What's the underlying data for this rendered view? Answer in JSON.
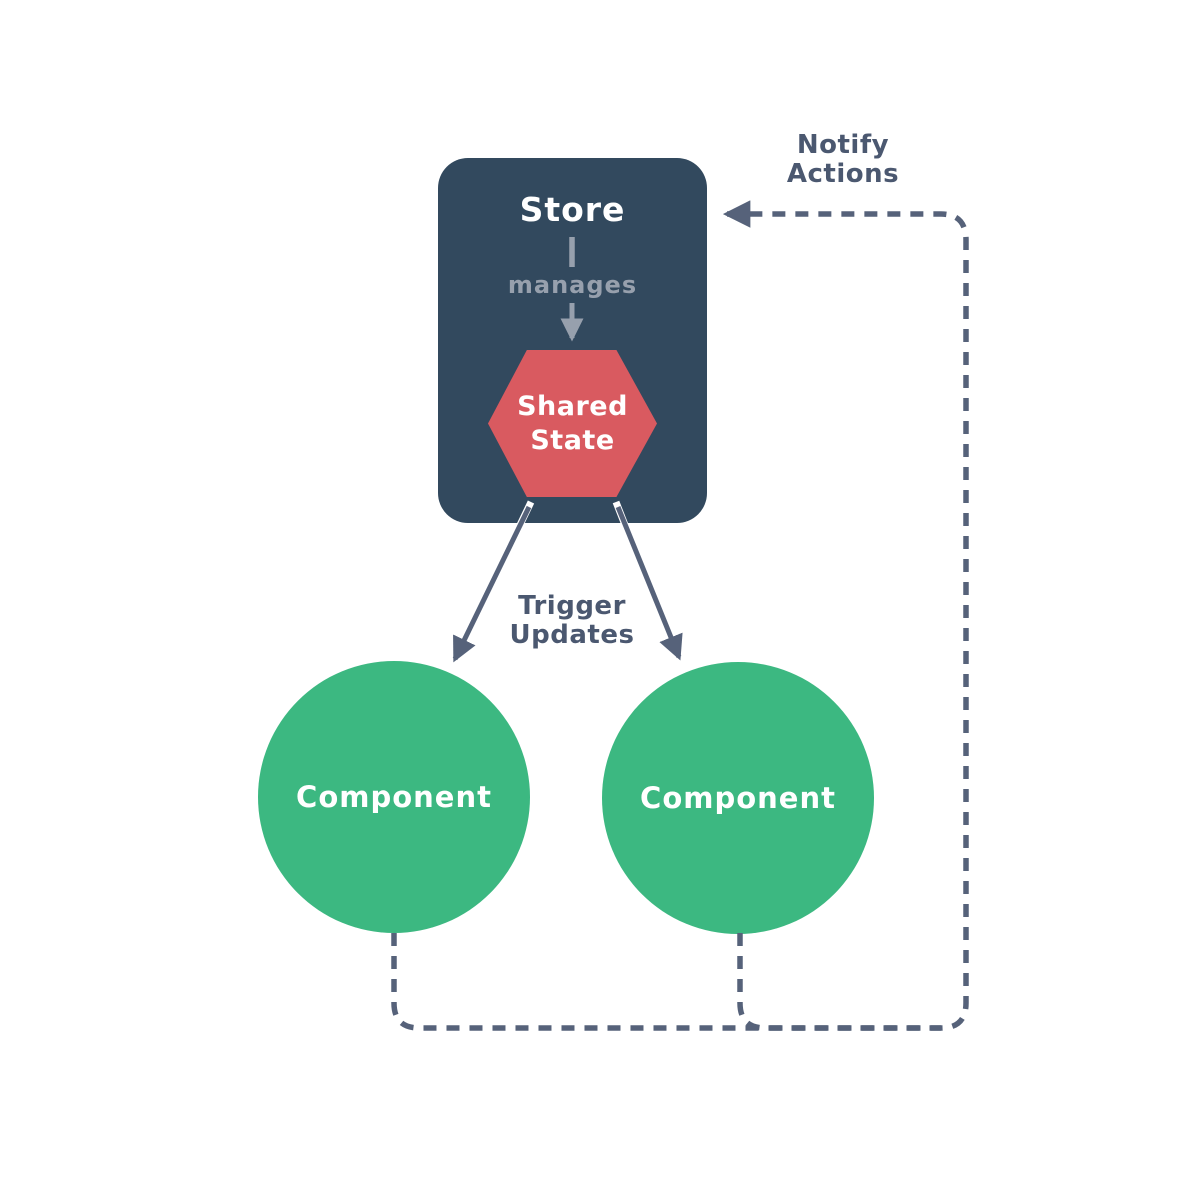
{
  "colors": {
    "background": "#ffffff",
    "store_bg": "#32495e",
    "shared_state_bg": "#d95a60",
    "component_bg": "#3cb881",
    "muted": "#97a0ad",
    "connector": "#56627a",
    "label_text": "#4b5870",
    "node_text": "#ffffff"
  },
  "diagram": {
    "store": {
      "label": "Store",
      "manages_label": "manages"
    },
    "shared_state": {
      "lines": [
        "Shared",
        "State"
      ]
    },
    "components": [
      {
        "label": "Component"
      },
      {
        "label": "Component"
      }
    ],
    "labels": {
      "trigger": [
        "Trigger",
        "Updates"
      ],
      "notify": [
        "Notify",
        "Actions"
      ]
    }
  }
}
